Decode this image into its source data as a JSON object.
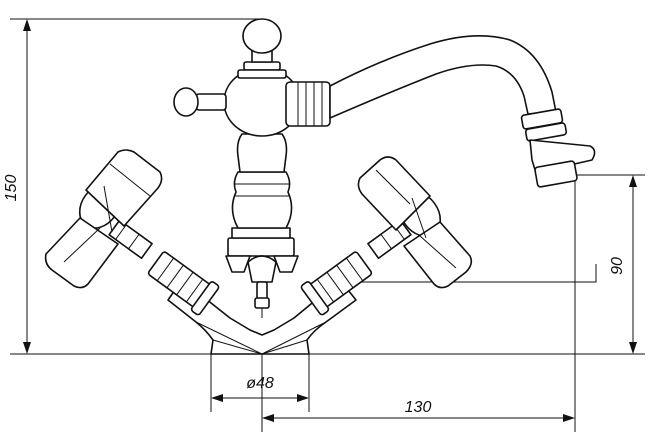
{
  "dimensions": {
    "height_total": "150",
    "spout_height": "90",
    "base_diameter": "ø48",
    "spout_reach": "130"
  }
}
